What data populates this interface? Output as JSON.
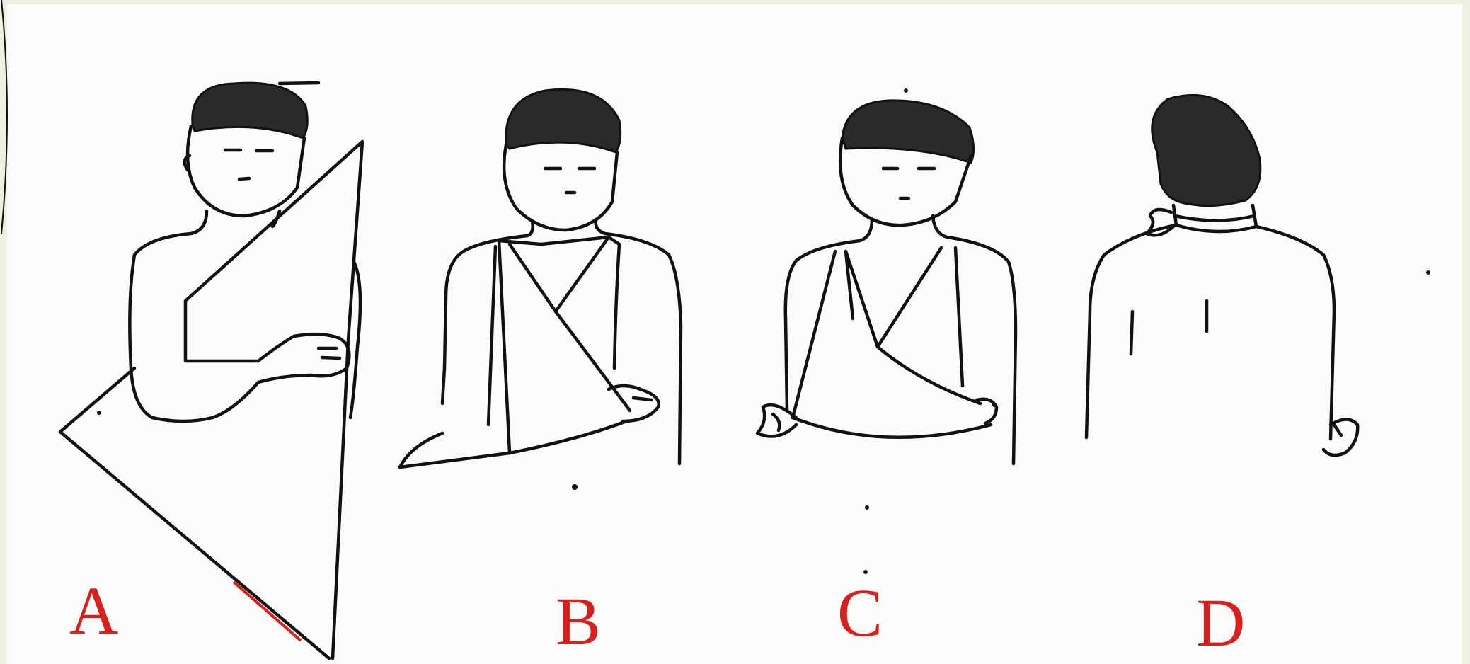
{
  "panels": [
    {
      "id": "A",
      "label": "A"
    },
    {
      "id": "B",
      "label": "B"
    },
    {
      "id": "C",
      "label": "C"
    },
    {
      "id": "D",
      "label": "D"
    }
  ],
  "colors": {
    "background": "#eef1e2",
    "paper": "#fbfbfa",
    "ink": "#111111",
    "label": "#d8201c"
  }
}
